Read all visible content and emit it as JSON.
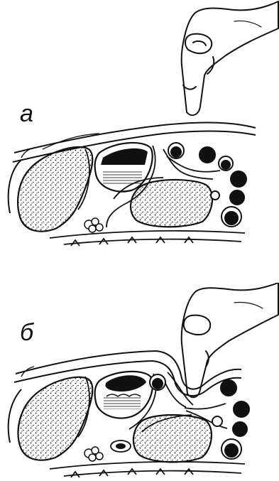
{
  "panels": [
    {
      "label": "а"
    },
    {
      "label": "б"
    }
  ],
  "colors": {
    "ink": "#111111",
    "paper": "#ffffff"
  },
  "icons": [
    "pointing-finger",
    "liver-organ",
    "kidney-organ",
    "gallbladder-organ",
    "bowel-loops"
  ]
}
